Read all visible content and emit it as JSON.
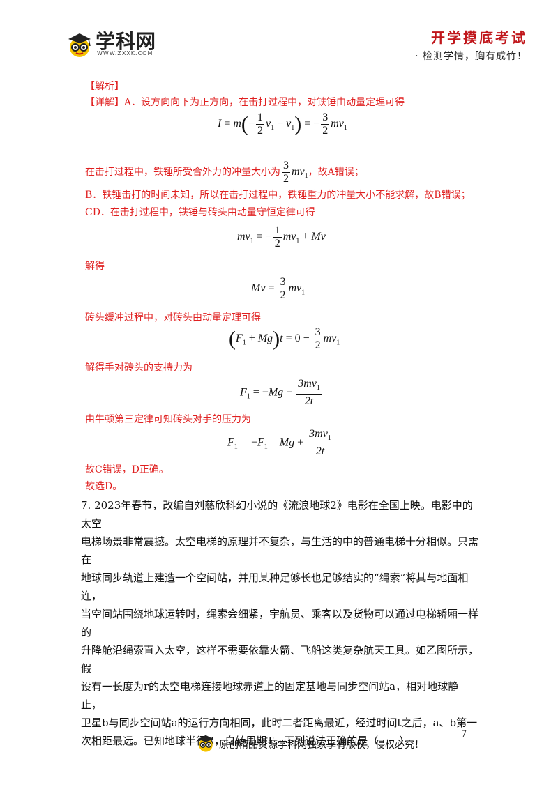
{
  "header": {
    "brand_name": "学科网",
    "brand_url": "WWW.ZXXK.COM",
    "slogan_title": "开学摸底考试",
    "slogan_sub": "· 检测学情，胸有成竹！"
  },
  "solution": {
    "tag_analysis": "【解析】",
    "tag_detail": "【详解】",
    "line_a": "A．设方向向下为正方向，在击打过程中，对铁锤由动量定理可得",
    "eq1": "I = m(−½v₁ − v₁) = −3/2 mv₁",
    "line_a2_pre": "在击打过程中，铁锤所受合外力的冲量大小为",
    "line_a2_post": "，故A错误；",
    "line_b": "B．铁锤击打的时间未知，所以在击打过程中，铁锤重力的冲量大小不能求解，故B错误；",
    "line_cd": "CD．在击打过程中，铁锤与砖头由动量守恒定律可得",
    "eq2": "mv₁ = −½mv₁ + Mv",
    "line_solve": "解得",
    "eq3": "Mv = 3/2 mv₁",
    "line_brick": "砖头缓冲过程中，对砖头由动量定理可得",
    "eq4": "(F₁ + Mg)t = 0 − 3/2 mv₁",
    "line_support": "解得手对砖头的支持力为",
    "eq5": "F₁ = −Mg − 3mv₁/2t",
    "line_newton": "由牛顿第三定律可知砖头对手的压力为",
    "eq6": "F₁' = −F₁ = Mg + 3mv₁/2t",
    "line_cd_result": "故C错误，D正确。",
    "line_choose": "故选D。"
  },
  "question7": {
    "lines": [
      "7. 2023年春节，改编自刘慈欣科幻小说的《流浪地球2》电影在全国上映。电影中的太空",
      "电梯场景非常震撼。太空电梯的原理并不复杂，与生活的中的普通电梯十分相似。只需在",
      "地球同步轨道上建造一个空间站，并用某种足够长也足够结实的“绳索”将其与地面相连，",
      "当空间站围绕地球运转时，绳索会细紧，宇航员、乘客以及货物可以通过电梯轿厢一样的",
      "升降舱沿绳索直入太空，这样不需要依靠火箭、飞船这类复杂航天工具。如乙图所示，假",
      "设有一长度为r的太空电梯连接地球赤道上的固定基地与同步空间站a，相对地球静止，",
      "卫星b与同步空间站a的运行方向相同，此时二者距离最近，经过时间t之后，a、b第一",
      "次相距最远。已知地球半径R，自转周期T，下列说法正确的是（　　）"
    ]
  },
  "footer": {
    "dot": ".",
    "copyright": "原创精品资源学科网独家享有版权，侵权必究！",
    "page_number": "7"
  }
}
